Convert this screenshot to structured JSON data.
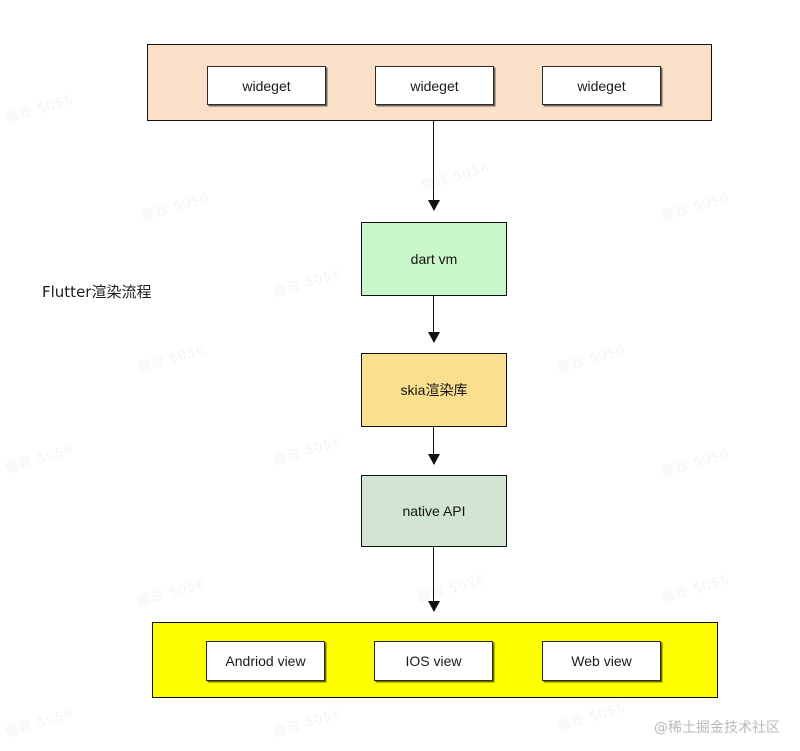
{
  "diagram": {
    "caption": "Flutter渲染流程",
    "corner_watermark": "@稀土掘金技术社区",
    "background_watermark_text": "掘政 5056",
    "colors": {
      "banner_top_fill": "#fae0c8",
      "banner_bottom_fill": "#ffff00",
      "dart_vm_fill": "#c9f7c9",
      "skia_fill": "#fadf8f",
      "native_api_fill": "#d2e5d2",
      "chip_fill": "#ffffff",
      "stroke": "#111111",
      "page_background": "#ffffff"
    },
    "layers": {
      "widget_layer": {
        "name": "widget-layer",
        "chips": [
          {
            "label": "wideget"
          },
          {
            "label": "wideget"
          },
          {
            "label": "wideget"
          }
        ]
      },
      "stages": [
        {
          "id": "dart-vm",
          "label": "dart vm"
        },
        {
          "id": "skia",
          "label": "skia渲染库"
        },
        {
          "id": "native-api",
          "label": "native  API"
        }
      ],
      "platform_layer": {
        "name": "platform-view-layer",
        "chips": [
          {
            "label": "Andriod view"
          },
          {
            "label": "IOS view"
          },
          {
            "label": "Web view"
          }
        ]
      }
    },
    "flow": [
      {
        "from": "widget-layer",
        "to": "dart-vm"
      },
      {
        "from": "dart-vm",
        "to": "skia"
      },
      {
        "from": "skia",
        "to": "native-api"
      },
      {
        "from": "native-api",
        "to": "platform-view-layer"
      }
    ]
  }
}
